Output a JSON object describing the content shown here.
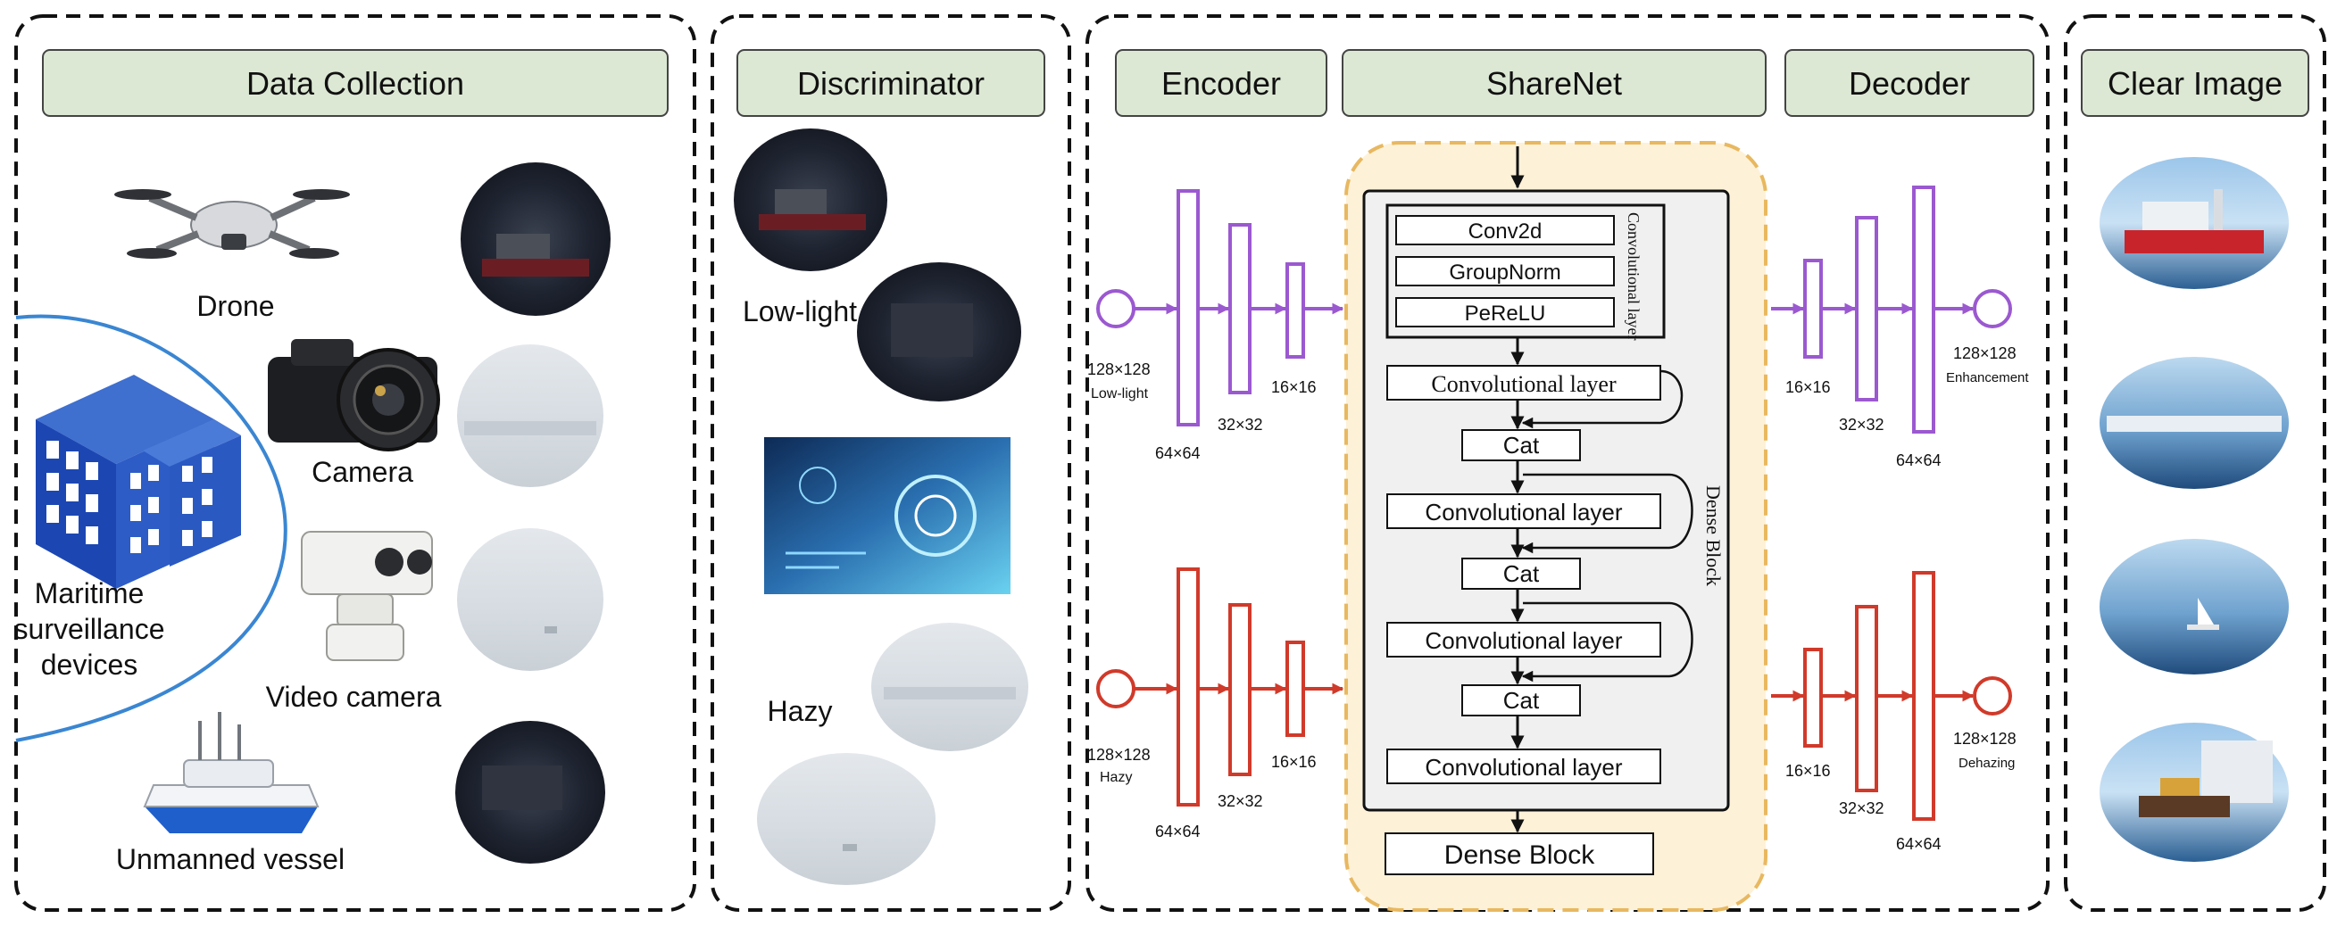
{
  "sections": {
    "data_collection": "Data Collection",
    "discriminator": "Discriminator",
    "encoder": "Encoder",
    "sharenet": "ShareNet",
    "decoder": "Decoder",
    "clear_image": "Clear Image"
  },
  "devices": {
    "drone": "Drone",
    "camera": "Camera",
    "video_camera": "Video camera",
    "unmanned_vessel": "Unmanned vessel",
    "maritime_line1": "Maritime",
    "maritime_line2": "surveillance",
    "maritime_line3": "devices"
  },
  "discriminator": {
    "low_light": "Low-light",
    "hazy": "Hazy"
  },
  "encoder": {
    "top_in_size": "128×128",
    "top_in_label": "Low-light",
    "bottom_in_size": "128×128",
    "bottom_in_label": "Hazy",
    "s64": "64×64",
    "s32": "32×32",
    "s16": "16×16"
  },
  "decoder": {
    "top_out_size": "128×128",
    "top_out_label": "Enhancement",
    "bottom_out_size": "128×128",
    "bottom_out_label": "Dehazing",
    "s64": "64×64",
    "s32": "32×32",
    "s16": "16×16"
  },
  "sharenet": {
    "conv2d": "Conv2d",
    "groupnorm": "GroupNorm",
    "perelu": "PeReLU",
    "conv_layer_vertical": "Convolutional layer",
    "conv_layer": "Convolutional layer",
    "cat": "Cat",
    "dense_block_vertical": "Dense Block",
    "dense_block": "Dense Block"
  },
  "colors": {
    "header_fill": "#dce8d4",
    "purple": "#9b59d0",
    "red": "#d03a2a",
    "sharenet_bg": "#fdf1d8",
    "sharenet_border": "#e8b860",
    "block_fill": "#f0f0f0"
  }
}
